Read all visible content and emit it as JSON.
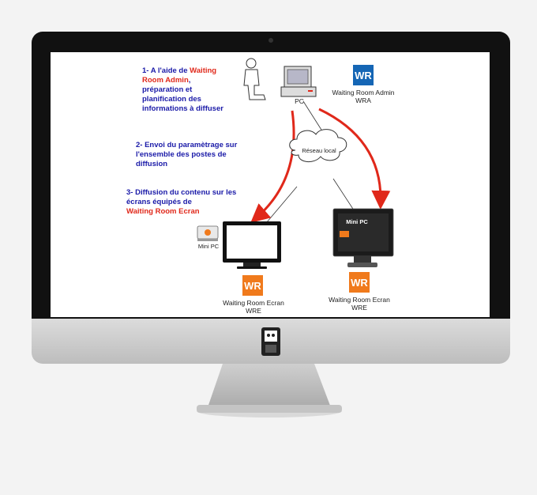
{
  "step1": {
    "prefix": "1- A l'aide de ",
    "highlight": "Waiting Room Admin",
    "suffix": ", préparation et planification des informations à diffuser"
  },
  "step2": {
    "text": "2- Envoi du paramètrage sur l'ensemble des postes de diffusion"
  },
  "step3": {
    "text": "3- Diffusion du contenu sur les écrans équipés de",
    "highlight": "Waiting Room Ecran"
  },
  "nodes": {
    "pc": "PC",
    "network": "Réseau local",
    "wra_badge": "WR",
    "wra_line1": "Waiting Room Admin",
    "wra_line2": "WRA",
    "mini_pc": "Mini PC",
    "mini_pc_screen": "Mini PC",
    "wre1_badge": "WR",
    "wre1_line1": "Waiting Room Ecran",
    "wre1_line2": "WRE",
    "wre2_badge": "WR",
    "wre2_line1": "Waiting Room Ecran",
    "wre2_line2": "WRE"
  },
  "colors": {
    "text_blue": "#1a1aa8",
    "accent_red": "#e0281a",
    "wra_blue": "#1566b5",
    "wre_orange": "#f07a1c"
  }
}
